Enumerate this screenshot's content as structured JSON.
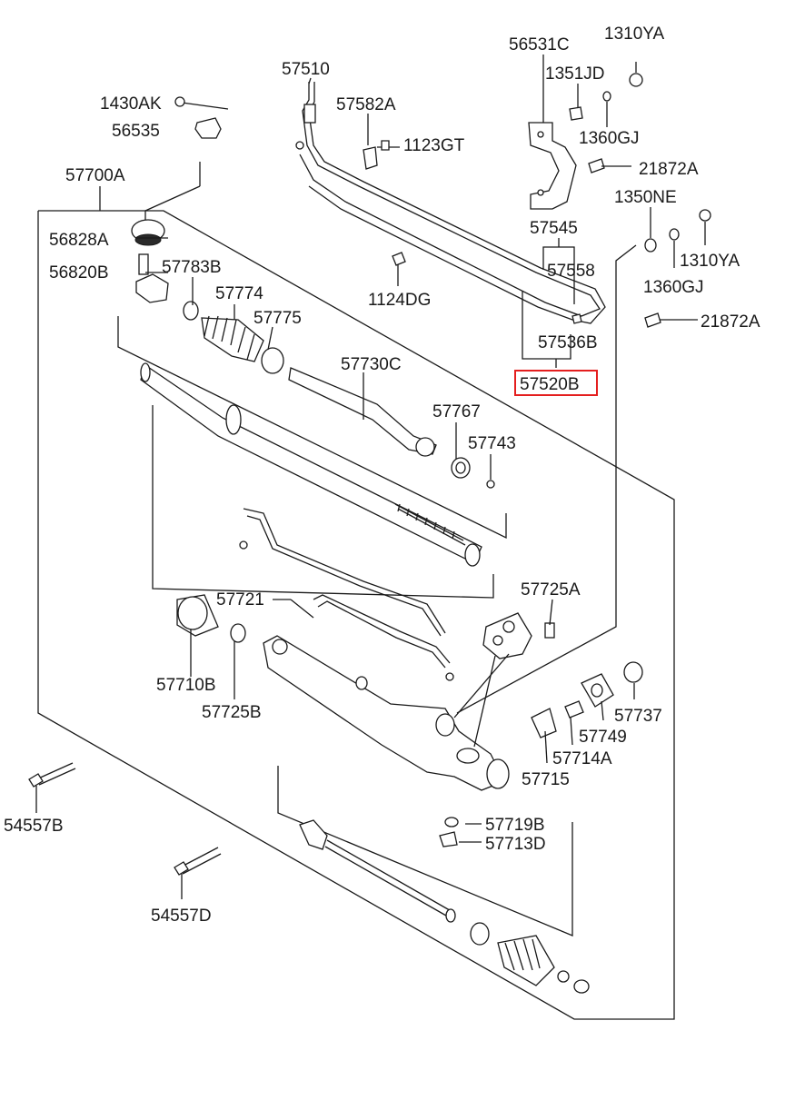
{
  "diagram": {
    "highlight_color": "#e41e1e",
    "labels": {
      "p_57510": "57510",
      "p_57582A": "57582A",
      "p_1123GT": "1123GT",
      "p_1430AK": "1430AK",
      "p_56535": "56535",
      "p_57700A": "57700A",
      "p_56828A": "56828A",
      "p_56820B": "56820B",
      "p_57783B": "57783B",
      "p_57774": "57774",
      "p_57775": "57775",
      "p_1124DG": "1124DG",
      "p_56531C": "56531C",
      "p_1310YA_top": "1310YA",
      "p_1351JD": "1351JD",
      "p_1360GJ_top": "1360GJ",
      "p_21872A_top": "21872A",
      "p_1350NE": "1350NE",
      "p_1310YA_mid": "1310YA",
      "p_1360GJ_mid": "1360GJ",
      "p_21872A_mid": "21872A",
      "p_57545": "57545",
      "p_57558": "57558",
      "p_57536B": "57536B",
      "p_57520B": "57520B",
      "p_57730C": "57730C",
      "p_57767": "57767",
      "p_57743": "57743",
      "p_57721": "57721",
      "p_57725A": "57725A",
      "p_57710B": "57710B",
      "p_57725B": "57725B",
      "p_57737": "57737",
      "p_57749": "57749",
      "p_57714A": "57714A",
      "p_57715": "57715",
      "p_54557B": "54557B",
      "p_54557D": "54557D",
      "p_57719B": "57719B",
      "p_57713D": "57713D"
    }
  }
}
